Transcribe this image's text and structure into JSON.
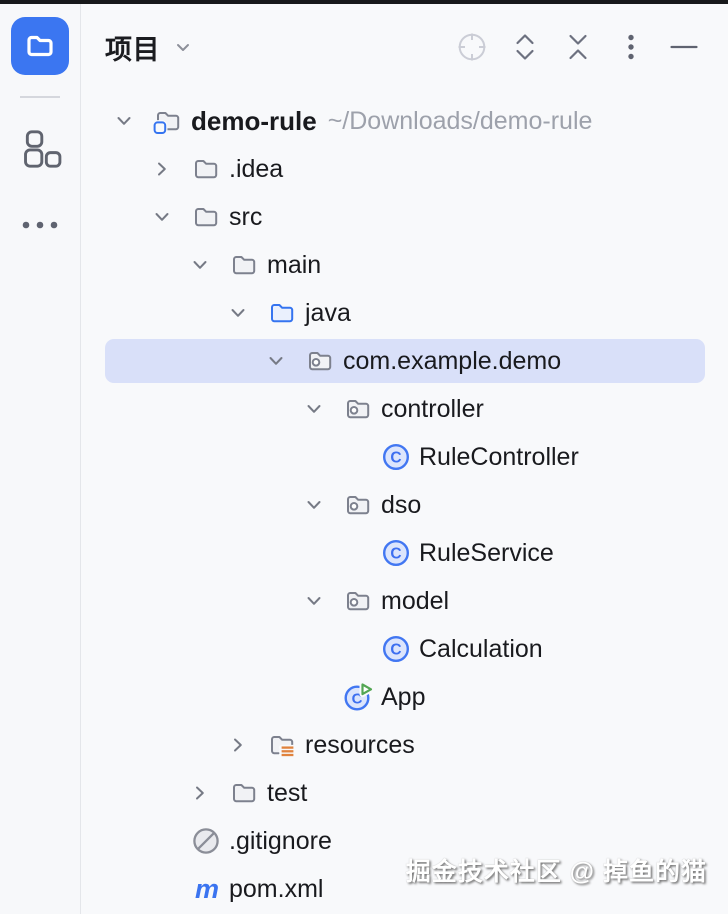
{
  "header": {
    "title": "项目",
    "actions": [
      {
        "name": "locate",
        "icon": "target-icon",
        "enabled": false
      },
      {
        "name": "expand-all",
        "icon": "expand-all-icon",
        "enabled": true
      },
      {
        "name": "collapse-all",
        "icon": "collapse-all-icon",
        "enabled": true
      },
      {
        "name": "more-options",
        "icon": "kebab-icon",
        "enabled": true
      },
      {
        "name": "hide-panel",
        "icon": "minimize-icon",
        "enabled": true
      }
    ]
  },
  "sidebar": {
    "project_button_icon": "folder-icon",
    "structure_button_icon": "structure-icon",
    "more_button_icon": "ellipsis-icon"
  },
  "tree": {
    "rows": [
      {
        "label": "demo-rule",
        "path": "~/Downloads/demo-rule",
        "level": 0,
        "icon": "project-folder",
        "chevron": "down",
        "selected": false,
        "bold": true
      },
      {
        "label": ".idea",
        "path": "",
        "level": 1,
        "icon": "folder",
        "chevron": "right",
        "selected": false,
        "bold": false
      },
      {
        "label": "src",
        "path": "",
        "level": 1,
        "icon": "folder",
        "chevron": "down",
        "selected": false,
        "bold": false
      },
      {
        "label": "main",
        "path": "",
        "level": 2,
        "icon": "folder",
        "chevron": "down",
        "selected": false,
        "bold": false
      },
      {
        "label": "java",
        "path": "",
        "level": 3,
        "icon": "folder-source",
        "chevron": "down",
        "selected": false,
        "bold": false
      },
      {
        "label": "com.example.demo",
        "path": "",
        "level": 4,
        "icon": "package",
        "chevron": "down",
        "selected": true,
        "bold": false
      },
      {
        "label": "controller",
        "path": "",
        "level": 5,
        "icon": "package",
        "chevron": "down",
        "selected": false,
        "bold": false
      },
      {
        "label": "RuleController",
        "path": "",
        "level": 6,
        "icon": "class",
        "chevron": "none",
        "selected": false,
        "bold": false
      },
      {
        "label": "dso",
        "path": "",
        "level": 5,
        "icon": "package",
        "chevron": "down",
        "selected": false,
        "bold": false
      },
      {
        "label": "RuleService",
        "path": "",
        "level": 6,
        "icon": "class",
        "chevron": "none",
        "selected": false,
        "bold": false
      },
      {
        "label": "model",
        "path": "",
        "level": 5,
        "icon": "package",
        "chevron": "down",
        "selected": false,
        "bold": false
      },
      {
        "label": "Calculation",
        "path": "",
        "level": 6,
        "icon": "class",
        "chevron": "none",
        "selected": false,
        "bold": false
      },
      {
        "label": "App",
        "path": "",
        "level": 5,
        "icon": "class-run",
        "chevron": "none",
        "selected": false,
        "bold": false
      },
      {
        "label": "resources",
        "path": "",
        "level": 3,
        "icon": "folder-resources",
        "chevron": "right",
        "selected": false,
        "bold": false
      },
      {
        "label": "test",
        "path": "",
        "level": 2,
        "icon": "folder",
        "chevron": "right",
        "selected": false,
        "bold": false
      },
      {
        "label": ".gitignore",
        "path": "",
        "level": 1,
        "icon": "ignored",
        "chevron": "none",
        "selected": false,
        "bold": false
      },
      {
        "label": "pom.xml",
        "path": "",
        "level": 1,
        "icon": "maven",
        "chevron": "none",
        "selected": false,
        "bold": false
      }
    ]
  },
  "watermark": {
    "text": "掘金技术社区 @ 掉鱼的猫"
  },
  "colors": {
    "accent": "#3574f0",
    "selection": "#d9e0f9",
    "panel_bg": "#f8f9fb",
    "path_text": "#9da1ab",
    "resources_orange": "#e0823d",
    "run_green": "#53a653"
  }
}
